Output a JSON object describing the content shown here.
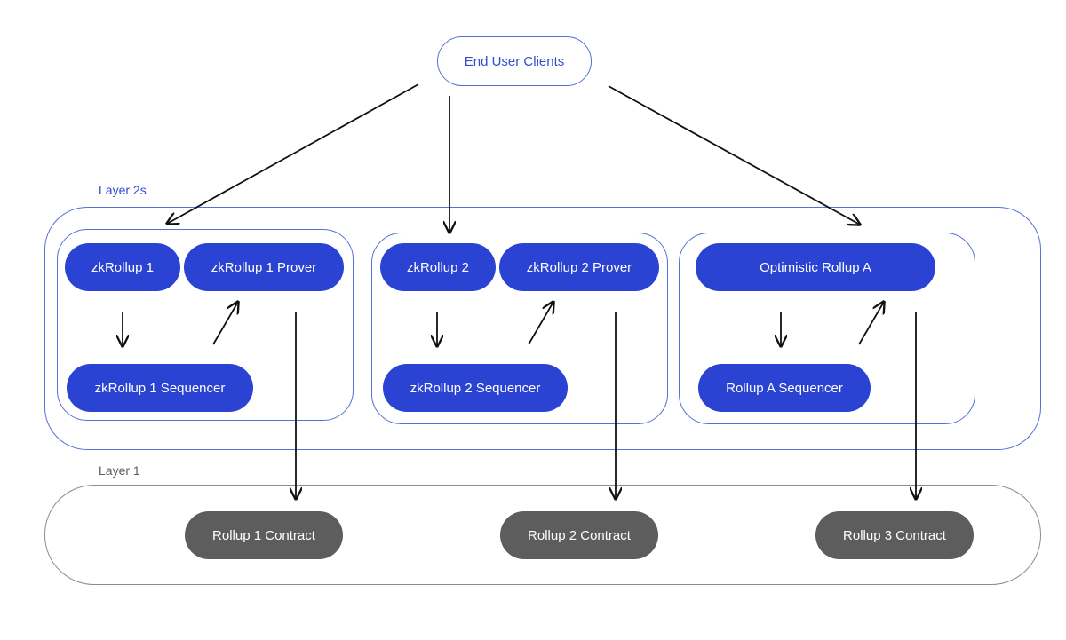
{
  "client": {
    "label": "End User Clients"
  },
  "layers": {
    "layer2_label": "Layer 2s",
    "layer1_label": "Layer 1"
  },
  "groups": [
    {
      "rollup": "zkRollup 1",
      "prover": "zkRollup 1 Prover",
      "sequencer": "zkRollup 1 Sequencer"
    },
    {
      "rollup": "zkRollup 2",
      "prover": "zkRollup 2 Prover",
      "sequencer": "zkRollup 2 Sequencer"
    },
    {
      "rollup": "Optimistic Rollup A",
      "sequencer": "Rollup A Sequencer"
    }
  ],
  "contracts": [
    "Rollup 1 Contract",
    "Rollup 2 Contract",
    "Rollup 3 Contract"
  ],
  "colors": {
    "l2_node": "#2b43d3",
    "l1_node": "#5d5d5d",
    "l2_border": "#5570d6",
    "l1_border": "#8c8c8c",
    "arrow": "#111111"
  }
}
